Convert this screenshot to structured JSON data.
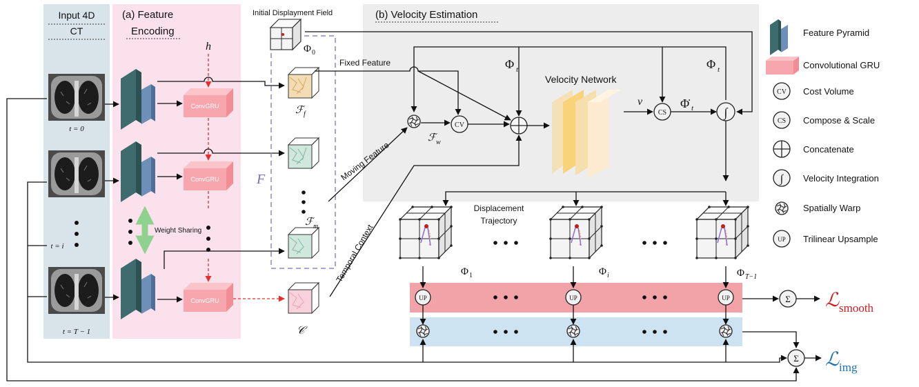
{
  "panels": {
    "input_title_l1": "Input 4D",
    "input_title_l2": "CT",
    "enc_title_l1": "(a) Feature",
    "enc_title_l2": "Encoding",
    "vel_title": "(b) Velocity Estimation",
    "init_field": "Initial Displayment Field"
  },
  "time_labels": [
    "t = 0",
    "t = i",
    "t = T − 1"
  ],
  "convgru_label": "ConvGRU",
  "weight_sharing": "Weight Sharing",
  "symbols": {
    "h": "h",
    "phi0": "Φ",
    "phi0_sub": "0",
    "F": "F",
    "Ff": "ℱ",
    "Ff_sub": "f",
    "Fm": "ℱ",
    "Fm_sub": "m",
    "Fw": "ℱ",
    "Fw_sub": "w",
    "C": "𝒞",
    "phit": "Φ",
    "phit_sub": "t",
    "v": "v",
    "phidot": "Φ̇",
    "phidot_sub": "t",
    "phi1": "Φ",
    "phi1_sub": "1",
    "phii": "Φ",
    "phii_sub": "i",
    "phiT": "Φ",
    "phiT_sub": "T−1"
  },
  "arrows": {
    "fixed_feature": "Fixed  Feature",
    "moving_feature": "Moving  Feature",
    "temporal_context": "Temporal Context",
    "velocity_network": "Velocity Network",
    "trajectory_l1": "Displacement",
    "trajectory_l2": "Trajectory"
  },
  "operators": {
    "cv": "CV",
    "cs": "CS",
    "up": "UP",
    "sum": "Σ",
    "integral": "∫"
  },
  "losses": {
    "smooth_main": "ℒ",
    "smooth_sub": "smooth",
    "img_main": "ℒ",
    "img_sub": "img"
  },
  "legend": [
    {
      "icon": "feature-pyramid-icon",
      "label": "Feature Pyramid"
    },
    {
      "icon": "convgru-icon",
      "label": "Convolutional GRU"
    },
    {
      "icon": "cost-volume-icon",
      "label": "Cost Volume"
    },
    {
      "icon": "compose-scale-icon",
      "label": "Compose & Scale"
    },
    {
      "icon": "concatenate-icon",
      "label": "Concatenate"
    },
    {
      "icon": "velocity-integration-icon",
      "label": "Velocity Integration"
    },
    {
      "icon": "spatial-warp-icon",
      "label": "Spatially Warp"
    },
    {
      "icon": "trilinear-upsample-icon",
      "label": "Trilinear Upsample"
    }
  ],
  "colors": {
    "input_panel": "#d8e3ea",
    "encoding_panel": "#fbe1ec",
    "velocity_panel": "#ededed",
    "pyramid_dark": "#3d6b6e",
    "pyramid_light": "#6e8fb8",
    "convgru": "#f7a6ad",
    "red_dash": "#e3302f",
    "smooth_bar": "#f2a3a8",
    "img_bar": "#cde3f1",
    "smooth_loss": "#d01c1c",
    "img_loss": "#1f6fb0",
    "F_label": "#7a6cc9"
  }
}
